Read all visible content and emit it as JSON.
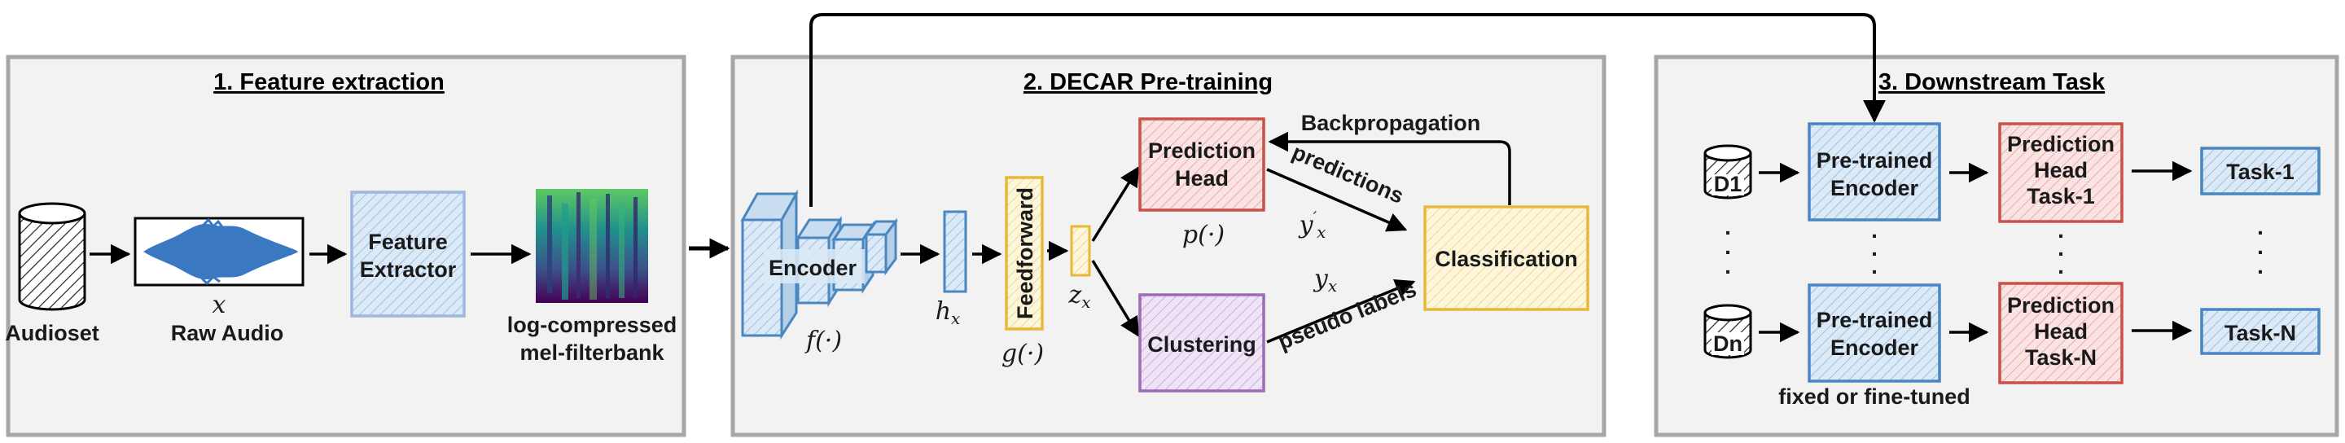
{
  "panels": {
    "p1": {
      "title": "1. Feature extraction"
    },
    "p2": {
      "title": "2. DECAR Pre-training"
    },
    "p3": {
      "title": "3. Downstream Task"
    }
  },
  "feature_extraction": {
    "dataset": "Audioset",
    "raw_audio_symbol": "x",
    "raw_audio_label": "Raw Audio",
    "extractor_line1": "Feature",
    "extractor_line2": "Extractor",
    "spectrogram_line1": "log-compressed",
    "spectrogram_line2": "mel-filterbank"
  },
  "pretraining": {
    "encoder": "Encoder",
    "encoder_fn": "f(·)",
    "hx": "h",
    "hx_sub": "x",
    "feedforward": "Feedforward",
    "feedforward_fn": "g(·)",
    "zx": "z",
    "zx_sub": "x",
    "prediction_line1": "Prediction",
    "prediction_line2": "Head",
    "prediction_fn": "p(·)",
    "clustering": "Clustering",
    "classification": "Classification",
    "backprop": "Backpropagation",
    "predictions": "predictions",
    "yprime": "y",
    "yprime_sup": "′",
    "yprime_sub": "x",
    "y": "y",
    "y_sub": "x",
    "pseudo": "pseudo labels"
  },
  "downstream": {
    "d1": "D1",
    "dn": "Dn",
    "enc_line1": "Pre-trained",
    "enc_line2": "Encoder",
    "head1_line1": "Prediction",
    "head1_line2": "Head",
    "head1_line3": "Task-1",
    "headn_line1": "Prediction",
    "headn_line2": "Head",
    "headn_line3": "Task-N",
    "task1": "Task-1",
    "taskn": "Task-N",
    "dots": ".",
    "note": "fixed or fine-tuned"
  },
  "colors": {
    "panel_fill": "#f2f2f2",
    "panel_border": "#a6a6a6",
    "blue": "#4a86c0",
    "blue_fill": "#dce9f6",
    "red": "#c9504a",
    "red_fill": "#f8dede",
    "yellow": "#e6b93c",
    "yellow_fill": "#fdf3d4",
    "purple": "#9b6bb8",
    "purple_fill": "#ece0f3",
    "waveform": "#3a78c2"
  }
}
